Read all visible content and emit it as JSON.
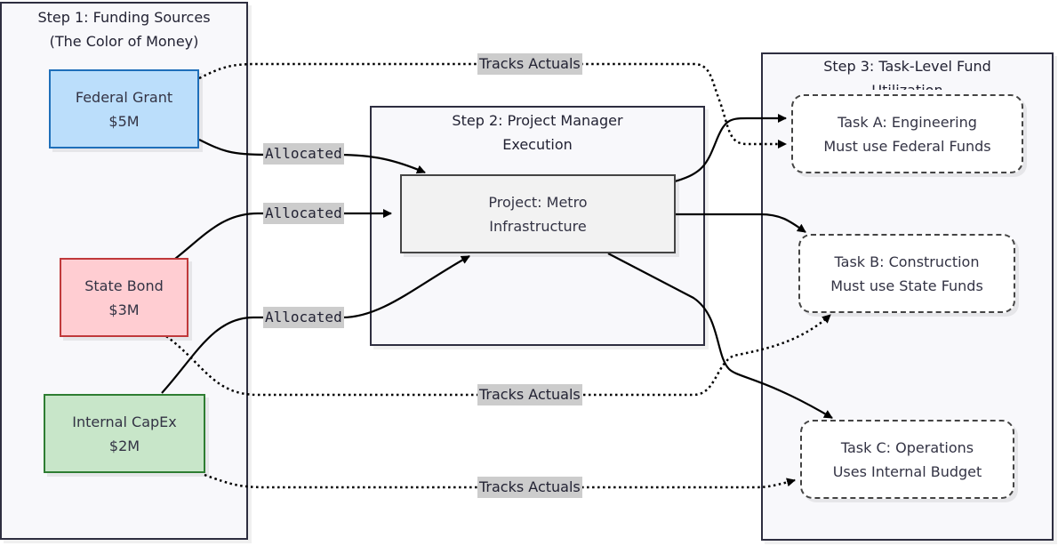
{
  "clusters": {
    "step1": {
      "title_line1": "Step 1: Funding Sources",
      "title_line2": "(The Color of Money)"
    },
    "step2": {
      "title_line1": "Step 2: Project Manager",
      "title_line2": "Execution"
    },
    "step3": {
      "title_line1": "Step 3: Task-Level Fund",
      "title_line2": "Utilization"
    }
  },
  "nodes": {
    "federal": {
      "name": "Federal Grant",
      "amount": "$5M",
      "fill": "#bbdefb",
      "stroke": "#1e6fba"
    },
    "state": {
      "name": "State Bond",
      "amount": "$3M",
      "fill": "#ffcdd2",
      "stroke": "#c0393b"
    },
    "capex": {
      "name": "Internal CapEx",
      "amount": "$2M",
      "fill": "#c8e6c9",
      "stroke": "#2e7d32"
    },
    "project": {
      "line1": "Project: Metro",
      "line2": "Infrastructure"
    },
    "taskA": {
      "line1": "Task A: Engineering",
      "line2": "Must use Federal Funds"
    },
    "taskB": {
      "line1": "Task B: Construction",
      "line2": "Must use State Funds"
    },
    "taskC": {
      "line1": "Task C: Operations",
      "line2": "Uses Internal Budget"
    }
  },
  "edges": {
    "alloc_federal": {
      "label": "Allocated",
      "from": "Federal Grant",
      "to": "Project: Metro Infrastructure",
      "style": "solid"
    },
    "alloc_state": {
      "label": "Allocated",
      "from": "State Bond",
      "to": "Project: Metro Infrastructure",
      "style": "solid"
    },
    "alloc_capex": {
      "label": "Allocated",
      "from": "Internal CapEx",
      "to": "Project: Metro Infrastructure",
      "style": "solid"
    },
    "track_federal": {
      "label": "Tracks Actuals",
      "from": "Federal Grant",
      "to": "Task A",
      "style": "dotted"
    },
    "track_state": {
      "label": "Tracks Actuals",
      "from": "State Bond",
      "to": "Task B",
      "style": "dotted"
    },
    "track_capex": {
      "label": "Tracks Actuals",
      "from": "Internal CapEx",
      "to": "Task C",
      "style": "dotted"
    },
    "proj_taskA": {
      "from": "Project",
      "to": "Task A",
      "style": "solid"
    },
    "proj_taskB": {
      "from": "Project",
      "to": "Task B",
      "style": "solid"
    },
    "proj_taskC": {
      "from": "Project",
      "to": "Task C",
      "style": "solid"
    }
  }
}
